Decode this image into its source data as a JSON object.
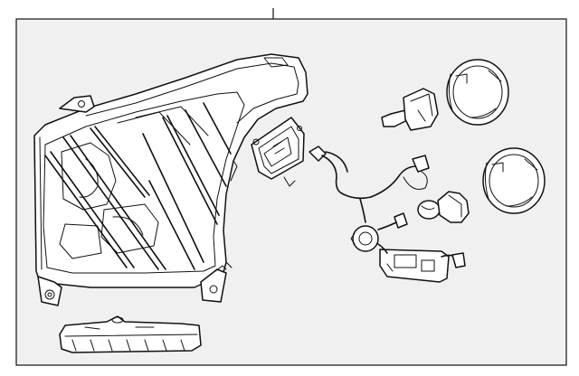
{
  "diagram": {
    "parts": [
      {
        "id": "headlamp-assembly"
      },
      {
        "id": "lower-trim-strip"
      },
      {
        "id": "control-module"
      },
      {
        "id": "wiring-harness"
      },
      {
        "id": "hid-bulb"
      },
      {
        "id": "halogen-bulb"
      },
      {
        "id": "upper-dust-cap"
      },
      {
        "id": "lower-dust-cap"
      }
    ],
    "colors": {
      "background": "#f0f0f0",
      "frame": "#111111",
      "line": "#111111"
    }
  }
}
